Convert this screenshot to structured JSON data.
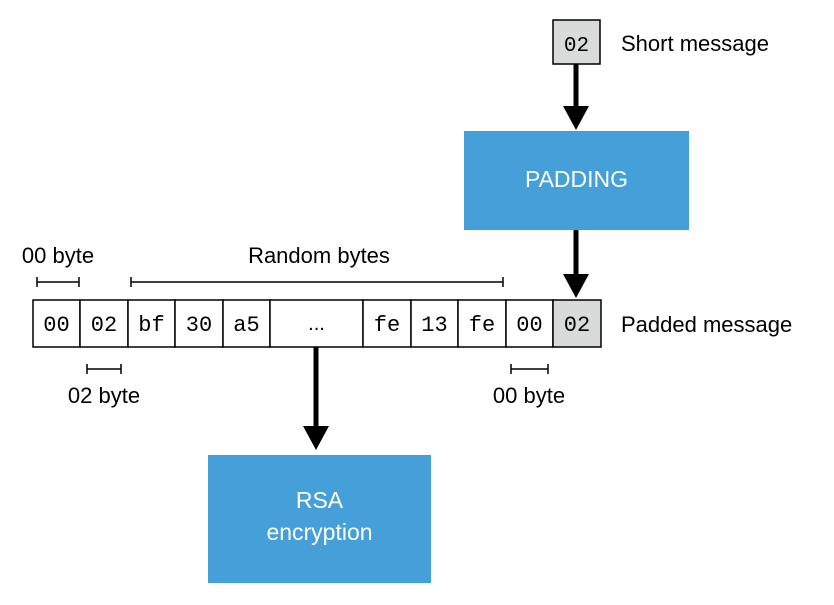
{
  "short_message": {
    "byte": "02",
    "label": "Short message"
  },
  "padding_box": {
    "label": "PADDING",
    "color": "#45a0da"
  },
  "padded_message": {
    "label": "Padded message",
    "cells": [
      "00",
      "02",
      "bf",
      "30",
      "a5",
      "...",
      "fe",
      "13",
      "fe",
      "00",
      "02"
    ],
    "highlight_color": "#d9dbdb"
  },
  "annotations": {
    "first_00_byte": "00 byte",
    "random_bytes": "Random bytes",
    "second_02_byte": "02 byte",
    "separator_00_byte": "00 byte"
  },
  "rsa_box": {
    "line1": "RSA",
    "line2": "encryption",
    "color": "#45a0da"
  }
}
